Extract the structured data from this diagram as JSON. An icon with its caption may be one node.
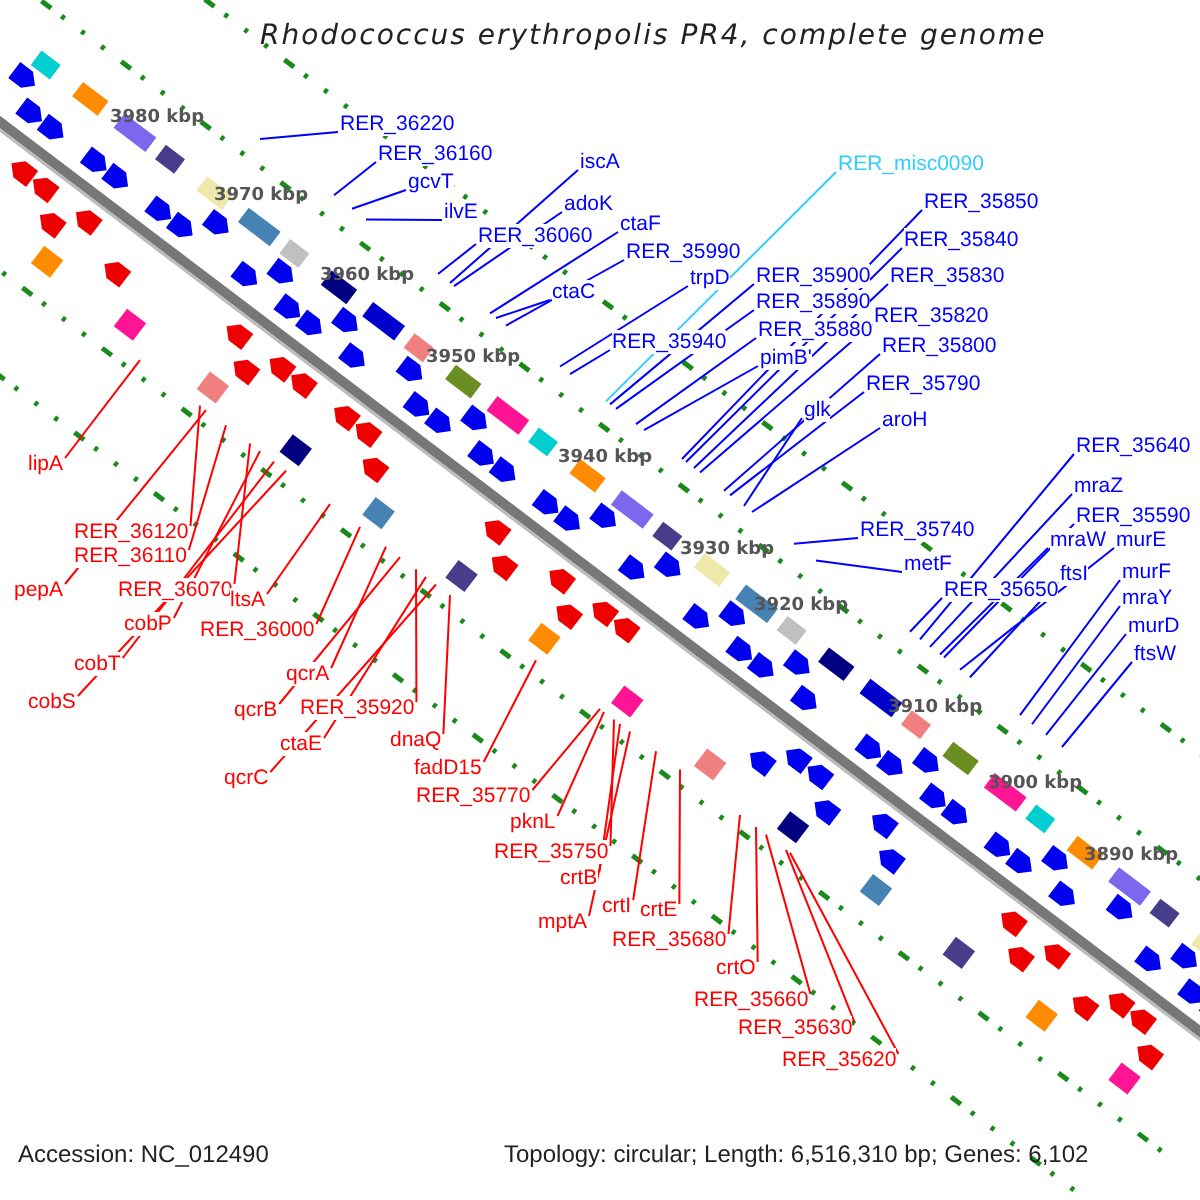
{
  "diagram": {
    "title": "Rhodococcus erythropolis PR4, complete genome",
    "nodes": [
      {
        "text": [
          "RER_36220"
        ]
      },
      {
        "text": [
          "RER_36160"
        ]
      },
      {
        "text": [
          "gcvT"
        ]
      },
      {
        "text": [
          "ilvE"
        ]
      },
      {
        "text": [
          "RER_36060"
        ]
      },
      {
        "text": [
          "iscA"
        ]
      },
      {
        "text": [
          "adoK"
        ]
      },
      {
        "text": [
          "ctaF"
        ]
      },
      {
        "text": [
          "ctaC"
        ]
      },
      {
        "text": [
          "RER_35990"
        ]
      },
      {
        "text": [
          "trpD"
        ]
      },
      {
        "text": [
          "RER_35940"
        ]
      },
      {
        "text": [
          "RER_misc0090"
        ]
      },
      {
        "text": [
          "RER_35900"
        ]
      },
      {
        "text": [
          "RER_35890"
        ]
      },
      {
        "text": [
          "RER_35880"
        ]
      },
      {
        "text": [
          "pimB'"
        ]
      },
      {
        "text": [
          "RER_35850"
        ]
      },
      {
        "text": [
          "RER_35840"
        ]
      },
      {
        "text": [
          "RER_35830"
        ]
      },
      {
        "text": [
          "RER_35820"
        ]
      },
      {
        "text": [
          "RER_35800"
        ]
      },
      {
        "text": [
          "RER_35790"
        ]
      },
      {
        "text": [
          "glk"
        ]
      },
      {
        "text": [
          "aroH"
        ]
      },
      {
        "text": [
          "RER_35740"
        ]
      },
      {
        "text": [
          "metF"
        ]
      },
      {
        "text": [
          "RER_35650"
        ]
      },
      {
        "text": [
          "RER_35640"
        ]
      },
      {
        "text": [
          "mraZ"
        ]
      },
      {
        "text": [
          "RER_35590"
        ]
      },
      {
        "text": [
          "mraW"
        ]
      },
      {
        "text": [
          "murE"
        ]
      },
      {
        "text": [
          "ftsI"
        ]
      },
      {
        "text": [
          "murF"
        ]
      },
      {
        "text": [
          "mraY"
        ]
      },
      {
        "text": [
          "murD"
        ]
      },
      {
        "text": [
          "ftsW"
        ]
      },
      {
        "text": [
          "lipA"
        ]
      },
      {
        "text": [
          "RER_36120"
        ]
      },
      {
        "text": [
          "RER_36110"
        ]
      },
      {
        "text": [
          "pepA"
        ]
      },
      {
        "text": [
          "RER_36070"
        ]
      },
      {
        "text": [
          "cobP"
        ]
      },
      {
        "text": [
          "cobT"
        ]
      },
      {
        "text": [
          "cobS"
        ]
      },
      {
        "text": [
          "ltsA"
        ]
      },
      {
        "text": [
          "RER_36000"
        ]
      },
      {
        "text": [
          "qcrA"
        ]
      },
      {
        "text": [
          "qcrB"
        ]
      },
      {
        "text": [
          "RER_35920"
        ]
      },
      {
        "text": [
          "ctaE"
        ]
      },
      {
        "text": [
          "qcrC"
        ]
      },
      {
        "text": [
          "dnaQ"
        ]
      },
      {
        "text": [
          "fadD15"
        ]
      },
      {
        "text": [
          "RER_35770"
        ]
      },
      {
        "text": [
          "pknL"
        ]
      },
      {
        "text": [
          "RER_35750"
        ]
      },
      {
        "text": [
          "crtB"
        ]
      },
      {
        "text": [
          "mptA"
        ]
      },
      {
        "text": [
          "crtI"
        ]
      },
      {
        "text": [
          "crtE"
        ]
      },
      {
        "text": [
          "RER_35680"
        ]
      },
      {
        "text": [
          "crtO"
        ]
      },
      {
        "text": [
          "RER_35660"
        ]
      },
      {
        "text": [
          "RER_35630"
        ]
      },
      {
        "text": [
          "RER_35620"
        ]
      }
    ],
    "edges": [
      {
        "from": 0,
        "to": null,
        "arrow": "none"
      },
      {
        "from": 1,
        "to": null,
        "arrow": "none"
      },
      {
        "from": 2,
        "to": null,
        "arrow": "none"
      },
      {
        "from": 3,
        "to": null,
        "arrow": "none"
      },
      {
        "from": 4,
        "to": null,
        "arrow": "none"
      },
      {
        "from": 5,
        "to": null,
        "arrow": "none"
      },
      {
        "from": 6,
        "to": null,
        "arrow": "none"
      },
      {
        "from": 7,
        "to": null,
        "arrow": "none"
      },
      {
        "from": 8,
        "to": null,
        "arrow": "none"
      },
      {
        "from": 9,
        "to": null,
        "arrow": "none"
      },
      {
        "from": 10,
        "to": null,
        "arrow": "none"
      },
      {
        "from": 11,
        "to": null,
        "arrow": "none"
      },
      {
        "from": 12,
        "to": null,
        "arrow": "none",
        "color": "#33ccff"
      },
      {
        "from": 13,
        "to": null,
        "arrow": "none"
      },
      {
        "from": 14,
        "to": null,
        "arrow": "none"
      },
      {
        "from": 15,
        "to": null,
        "arrow": "none"
      },
      {
        "from": 16,
        "to": null,
        "arrow": "none"
      },
      {
        "from": 17,
        "to": null,
        "arrow": "none"
      },
      {
        "from": 18,
        "to": null,
        "arrow": "none"
      },
      {
        "from": 19,
        "to": null,
        "arrow": "none"
      },
      {
        "from": 20,
        "to": null,
        "arrow": "none"
      },
      {
        "from": 21,
        "to": null,
        "arrow": "none"
      },
      {
        "from": 22,
        "to": null,
        "arrow": "none"
      },
      {
        "from": 23,
        "to": null,
        "arrow": "none"
      },
      {
        "from": 24,
        "to": null,
        "arrow": "none"
      },
      {
        "from": 25,
        "to": null,
        "arrow": "none"
      },
      {
        "from": 26,
        "to": null,
        "arrow": "none"
      },
      {
        "from": 27,
        "to": null,
        "arrow": "none"
      },
      {
        "from": 28,
        "to": null,
        "arrow": "none"
      },
      {
        "from": 29,
        "to": null,
        "arrow": "none"
      },
      {
        "from": 30,
        "to": null,
        "arrow": "none"
      },
      {
        "from": 31,
        "to": null,
        "arrow": "none"
      },
      {
        "from": 32,
        "to": null,
        "arrow": "none"
      },
      {
        "from": 33,
        "to": null,
        "arrow": "none"
      },
      {
        "from": 34,
        "to": null,
        "arrow": "none"
      },
      {
        "from": 35,
        "to": null,
        "arrow": "none"
      },
      {
        "from": 36,
        "to": null,
        "arrow": "none"
      },
      {
        "from": 37,
        "to": null,
        "arrow": "none"
      },
      {
        "from": 38,
        "to": null,
        "arrow": "none",
        "color": "#ff0000"
      },
      {
        "from": 39,
        "to": null,
        "arrow": "none",
        "color": "#ff0000"
      },
      {
        "from": 40,
        "to": null,
        "arrow": "none",
        "color": "#ff0000"
      },
      {
        "from": 41,
        "to": null,
        "arrow": "none",
        "color": "#ff0000"
      },
      {
        "from": 42,
        "to": null,
        "arrow": "none",
        "color": "#ff0000"
      },
      {
        "from": 43,
        "to": null,
        "arrow": "none",
        "color": "#ff0000"
      },
      {
        "from": 44,
        "to": null,
        "arrow": "none",
        "color": "#ff0000"
      },
      {
        "from": 45,
        "to": null,
        "arrow": "none",
        "color": "#ff0000"
      },
      {
        "from": 46,
        "to": null,
        "arrow": "none",
        "color": "#ff0000"
      },
      {
        "from": 47,
        "to": null,
        "arrow": "none",
        "color": "#ff0000"
      },
      {
        "from": 48,
        "to": null,
        "arrow": "none",
        "color": "#ff0000"
      },
      {
        "from": 49,
        "to": null,
        "arrow": "none",
        "color": "#ff0000"
      },
      {
        "from": 50,
        "to": null,
        "arrow": "none",
        "color": "#ff0000"
      },
      {
        "from": 51,
        "to": null,
        "arrow": "none",
        "color": "#ff0000"
      },
      {
        "from": 52,
        "to": null,
        "arrow": "none",
        "color": "#ff0000"
      },
      {
        "from": 53,
        "to": null,
        "arrow": "none",
        "color": "#ff0000"
      },
      {
        "from": 54,
        "to": null,
        "arrow": "none",
        "color": "#ff0000"
      },
      {
        "from": 55,
        "to": null,
        "arrow": "none",
        "color": "#ff0000"
      },
      {
        "from": 56,
        "to": null,
        "arrow": "none",
        "color": "#ff0000"
      },
      {
        "from": 57,
        "to": null,
        "arrow": "none",
        "color": "#ff0000"
      },
      {
        "from": 58,
        "to": null,
        "arrow": "none",
        "color": "#ff0000"
      },
      {
        "from": 59,
        "to": null,
        "arrow": "none",
        "color": "#ff0000"
      },
      {
        "from": 60,
        "to": null,
        "arrow": "none",
        "color": "#ff0000"
      },
      {
        "from": 61,
        "to": null,
        "arrow": "none",
        "color": "#ff0000"
      },
      {
        "from": 62,
        "to": null,
        "arrow": "none",
        "color": "#ff0000"
      },
      {
        "from": 63,
        "to": null,
        "arrow": "none",
        "color": "#ff0000"
      },
      {
        "from": 64,
        "to": null,
        "arrow": "none",
        "color": "#ff0000"
      },
      {
        "from": 65,
        "to": null,
        "arrow": "none",
        "color": "#ff0000"
      },
      {
        "from": 66,
        "to": null,
        "arrow": "none",
        "color": "#ff0000"
      }
    ],
    "labels": [
      "3980 kbp",
      "3970 kbp",
      "3960 kbp",
      "3950 kbp",
      "3940 kbp",
      "3930 kbp",
      "3920 kbp",
      "3910 kbp",
      "3900 kbp",
      "3890 kbp",
      "Accession: NC_012490",
      "Topology: circular; Length: 6,516,310 bp; Genes: 6,102"
    ]
  }
}
